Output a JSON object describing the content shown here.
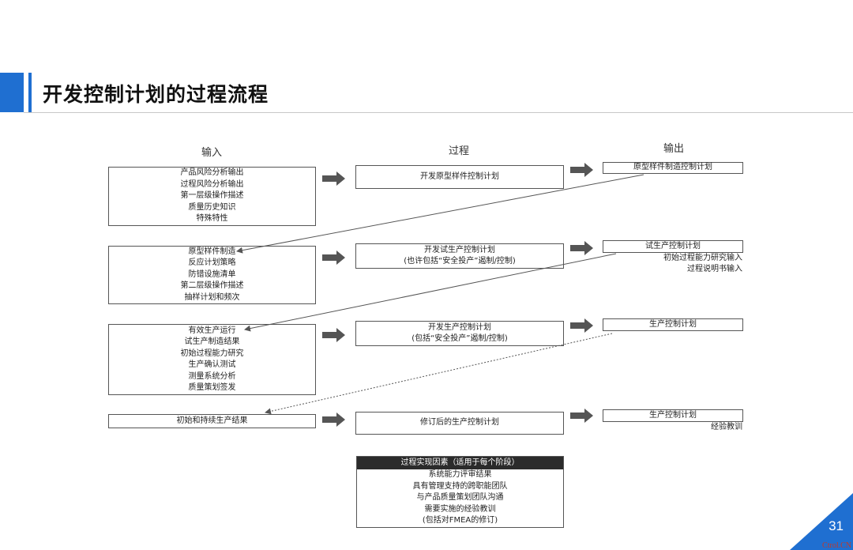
{
  "title": "开发控制计划的过程流程",
  "columns": {
    "input": "输入",
    "process": "过程",
    "output": "输出"
  },
  "stages": [
    {
      "input": [
        "产品风险分析输出",
        "过程风险分析输出",
        "第一层级操作描述",
        "质量历史知识",
        "特殊特性"
      ],
      "process": [
        "开发原型样件控制计划"
      ],
      "output": {
        "box": "原型样件制造控制计划",
        "extra": []
      }
    },
    {
      "input": [
        "原型样件制造",
        "反应计划策略",
        "防错设施清单",
        "第二层级操作描述",
        "抽样计划和频次"
      ],
      "process": [
        "开发试生产控制计划",
        "(也许包括“安全投产”遏制/控制)"
      ],
      "output": {
        "box": "试生产控制计划",
        "extra": [
          "初始过程能力研究输入",
          "过程说明书输入"
        ]
      }
    },
    {
      "input": [
        "有效生产运行",
        "试生产制造结果",
        "初始过程能力研究",
        "生产确认测试",
        "测量系统分析",
        "质量策划签发"
      ],
      "process": [
        "开发生产控制计划",
        "(包括“安全投产”遏制/控制)"
      ],
      "output": {
        "box": "生产控制计划",
        "extra": []
      }
    },
    {
      "input": [
        "初始和持续生产结果"
      ],
      "process": [
        "修订后的生产控制计划"
      ],
      "output": {
        "box": "生产控制计划",
        "extra": [
          "经验教训"
        ]
      }
    }
  ],
  "factors": {
    "header": "过程实现因素（适用于每个阶段）",
    "items": [
      "系统能力评审结果",
      "具有管理支持的跨职能团队",
      "与产品质量策划团队沟通",
      "需要实施的经验教训",
      "(包括对FMEA的修订)"
    ]
  },
  "page_number": "31",
  "watermark": "Ctrol.CN",
  "colors": {
    "accent": "#1f6fd1",
    "factor_header": "#2b2b2b",
    "arrow": "#555555"
  }
}
